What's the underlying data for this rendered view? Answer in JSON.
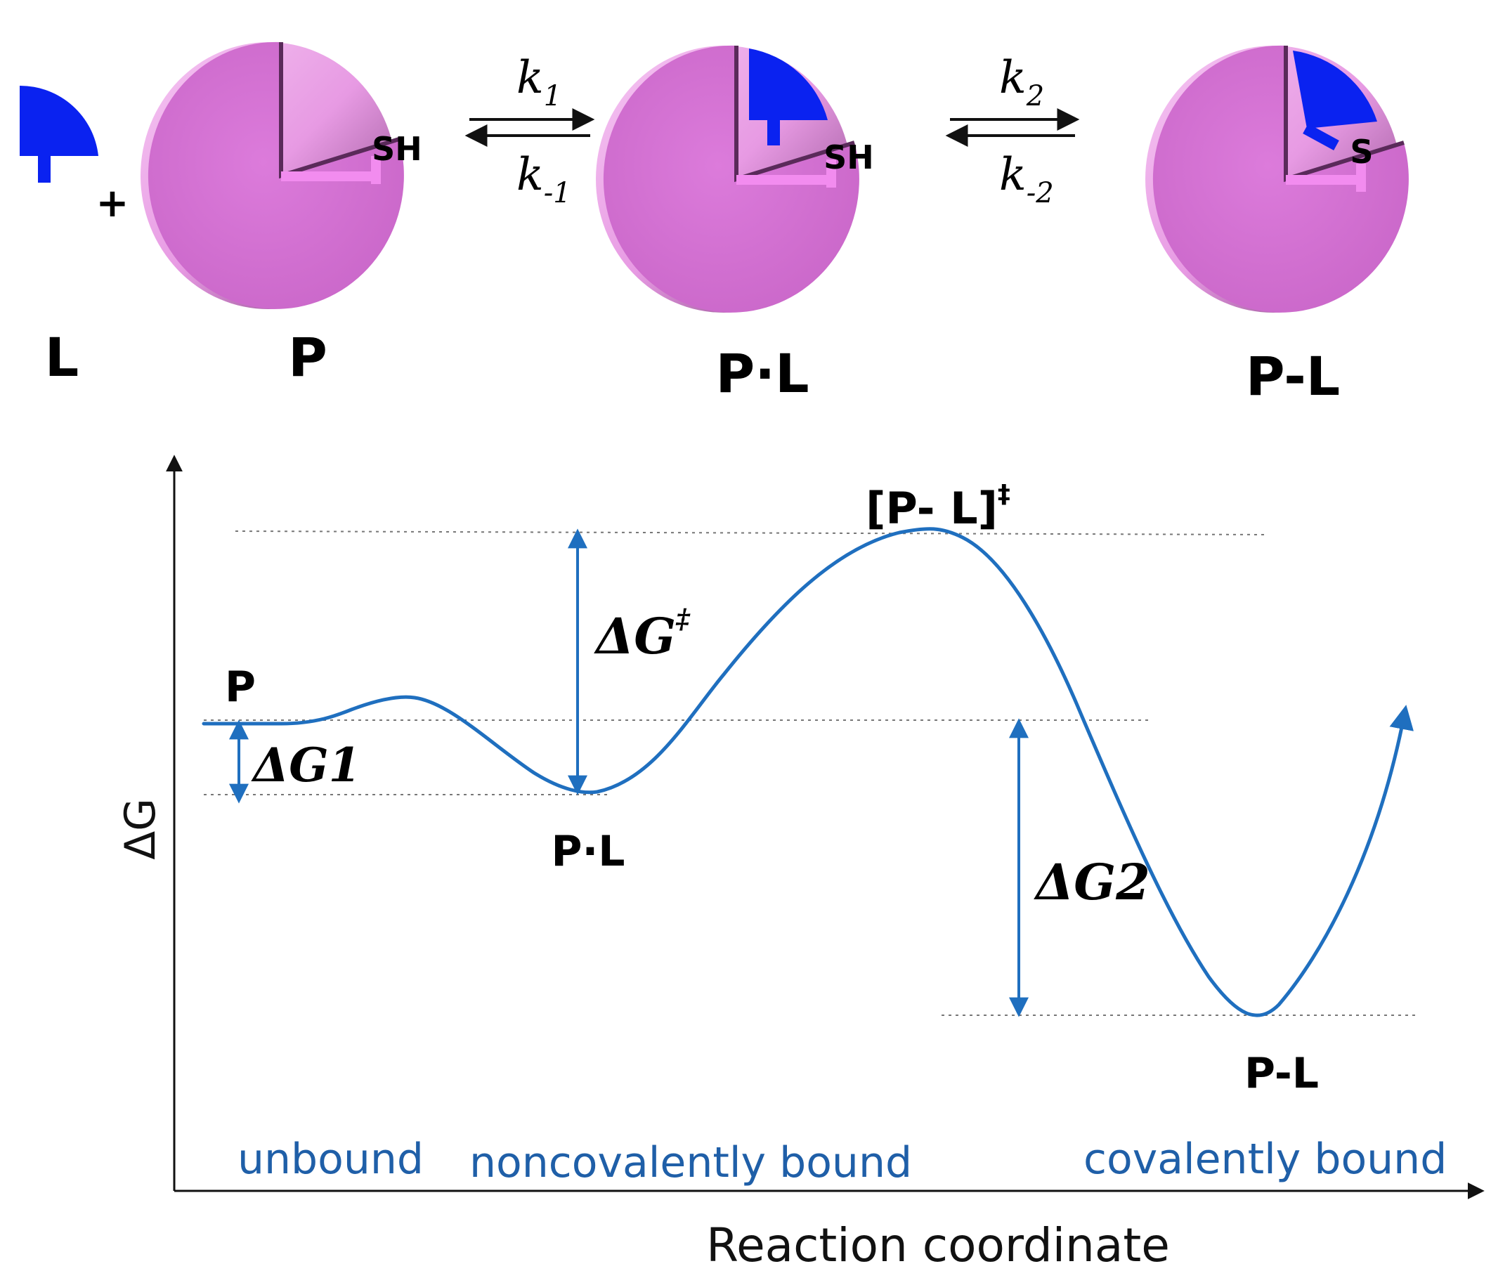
{
  "scheme": {
    "ligand_label": "L",
    "plus": "+",
    "protein_label": "P",
    "thiol_label": "SH",
    "noncovalent_label": "P·L",
    "covalent_label": "P-L",
    "sulfur_label": "S",
    "k1": {
      "base": "k",
      "sub": "1"
    },
    "k_minus1": {
      "base": "k",
      "sub": "-1"
    },
    "k2": {
      "base": "k",
      "sub": "2"
    },
    "k_minus2": {
      "base": "k",
      "sub": "-2"
    }
  },
  "energy_diagram": {
    "y_axis_label": "ΔG",
    "x_axis_label": "Reaction coordinate",
    "point_P": "P",
    "point_PL_noncovalent": "P·L",
    "point_PL_covalent": "P-L",
    "transition_state": {
      "base": "[P- L]",
      "sup": "‡"
    },
    "dG1": "ΔG1",
    "dG_ts": {
      "base": "ΔG",
      "sup": "‡"
    },
    "dG2": "ΔG2",
    "regions": {
      "unbound": "unbound",
      "noncovalent": "noncovalently bound",
      "covalent": "covalently bound"
    }
  },
  "colors": {
    "protein": "#d56ed4",
    "protein_light": "#f1b6ee",
    "protein_dark": "#5a2a5a",
    "ligand": "#0a22f0",
    "curve": "#1f6fbf",
    "region_text": "#1f5fa8"
  }
}
